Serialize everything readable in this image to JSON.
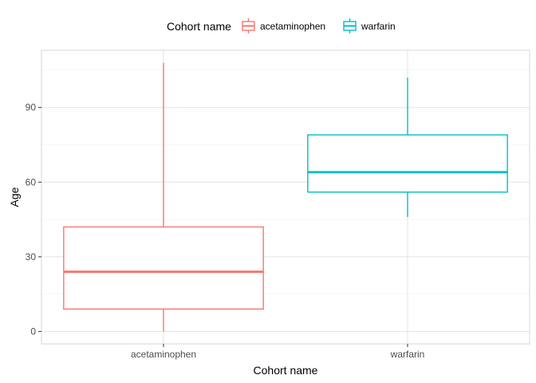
{
  "chart_data": {
    "type": "boxplot",
    "xlabel": "Cohort name",
    "ylabel": "Age",
    "categories": [
      "acetaminophen",
      "warfarin"
    ],
    "ylim": [
      -5,
      113
    ],
    "yticks": [
      0,
      30,
      60,
      90
    ],
    "grid": true,
    "legend": {
      "title": "Cohort name",
      "position": "top",
      "entries": [
        "acetaminophen",
        "warfarin"
      ]
    },
    "series": [
      {
        "name": "acetaminophen",
        "color": "#F8766D",
        "min": 0,
        "q1": 9,
        "median": 24,
        "q3": 42,
        "max": 108
      },
      {
        "name": "warfarin",
        "color": "#00BFC4",
        "min": 46,
        "q1": 56,
        "median": 64,
        "q3": 79,
        "max": 102
      }
    ]
  }
}
